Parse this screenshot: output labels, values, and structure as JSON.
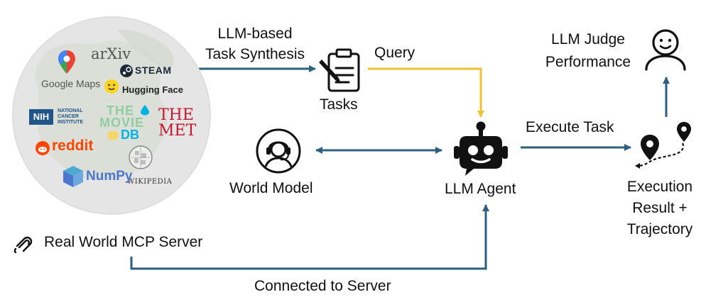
{
  "server": {
    "title": "Real World MCP Server",
    "logos": {
      "arxiv": "arXiv",
      "steam": "STEAM",
      "google_maps": "Google Maps",
      "hugging_face": "Hugging Face",
      "nih": "NIH",
      "nci": "NATIONAL\nCANCER\nINSTITUTE",
      "moviedb_1": "THE",
      "moviedb_2": "MOVIE",
      "moviedb_3": "DB",
      "met": "THE\nMET",
      "reddit": "reddit",
      "numpy": "NumPy",
      "wikipedia": "WIKIPEDIA"
    }
  },
  "labels": {
    "synthesis": "LLM-based\nTask Synthesis",
    "query": "Query",
    "tasks": "Tasks",
    "judge": "LLM Judge\nPerformance",
    "execute": "Execute Task",
    "world_model": "World Model",
    "agent": "LLM Agent",
    "result": "Execution\nResult +\nTrajectory",
    "connected": "Connected to Server"
  },
  "colors": {
    "arrow_blue": "#2e5f80",
    "arrow_yellow": "#f3c032",
    "circle_fill": "#e5e5e5",
    "icon": "#111111"
  }
}
